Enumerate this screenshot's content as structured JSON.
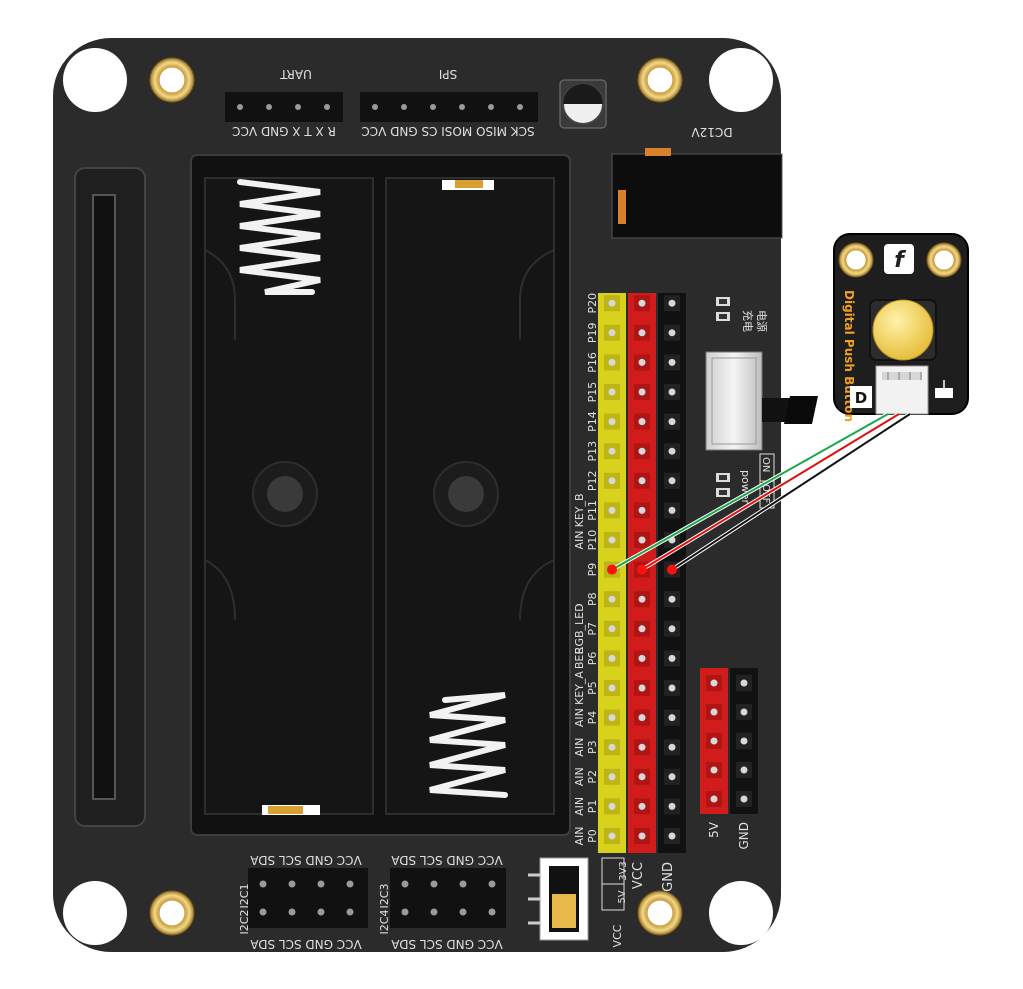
{
  "board": {
    "uart_title": "UART",
    "uart_pins": "R X  T X  GND VCC",
    "spi_title": "SPI",
    "spi_pins": "SCK MISO MOSI CS GND VCC",
    "dc_label": "DC12V",
    "led_labels": [
      "充电",
      "电源"
    ],
    "power_label": "power",
    "switch_off": "OFF",
    "switch_on": "ON",
    "pin_names": [
      "P0",
      "P1",
      "P2",
      "P3",
      "P4",
      "P5",
      "P6",
      "P7",
      "P8",
      "P9",
      "P10",
      "P11",
      "P12",
      "P13",
      "P14",
      "P15",
      "P16",
      "P19",
      "P20"
    ],
    "pin_functions": [
      {
        "pin": "P0",
        "text": "AIN"
      },
      {
        "pin": "P1",
        "text": "AIN"
      },
      {
        "pin": "P2",
        "text": "AIN"
      },
      {
        "pin": "P3",
        "text": "AIN"
      },
      {
        "pin": "P4",
        "text": "AIN"
      },
      {
        "pin": "P5",
        "text": "KEY_A"
      },
      {
        "pin": "P6",
        "text": "BEE"
      },
      {
        "pin": "P7",
        "text": "RGB_LED"
      },
      {
        "pin": "P10",
        "text": "AIN"
      },
      {
        "pin": "P11",
        "text": "KEY_B"
      }
    ],
    "rail_labels": {
      "vcc": "VCC",
      "gnd": "GND"
    },
    "voltage_options": [
      "3V3",
      "5V"
    ],
    "vcc_bottom": "VCC",
    "aux_labels": {
      "five_v": "5V",
      "gnd": "GND"
    },
    "i2c_top_pins": "VCC GND SCL SDA",
    "i2c_bottom_pins": "VCC GND SCL SDA",
    "i2c_names": [
      "I2C1",
      "I2C2",
      "I2C3",
      "I2C4"
    ]
  },
  "module": {
    "title": "Digital Push Button",
    "logo": "f",
    "d_badge": "D"
  },
  "colors": {
    "board": "#2b2b2b",
    "signal_header": "#d9d21c",
    "vcc_header": "#d21b1b",
    "gnd_header": "#111111",
    "wire_signal": "#1aa64a",
    "wire_vcc": "#e01010",
    "wire_gnd": "#111111",
    "button_cap": "#f4d35e",
    "module_text": "#f0a020"
  },
  "connection": {
    "signal_pin": "P9",
    "rails": [
      "VCC",
      "GND"
    ]
  }
}
